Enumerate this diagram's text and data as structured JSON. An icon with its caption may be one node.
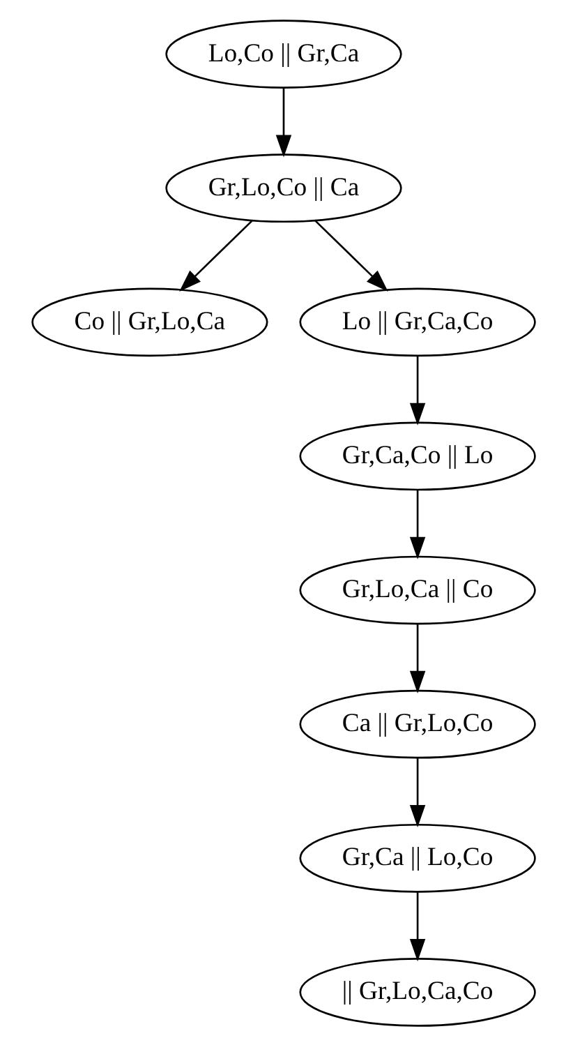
{
  "diagram": {
    "nodes": [
      {
        "text": [
          "Lo,Co || Gr,Ca"
        ]
      },
      {
        "text": [
          "Gr,Lo,Co || Ca"
        ]
      },
      {
        "text": [
          "Co || Gr,Lo,Ca"
        ]
      },
      {
        "text": [
          "Lo || Gr,Ca,Co"
        ]
      },
      {
        "text": [
          "Gr,Ca,Co || Lo"
        ]
      },
      {
        "text": [
          "Gr,Lo,Ca || Co"
        ]
      },
      {
        "text": [
          "Ca || Gr,Lo,Co"
        ]
      },
      {
        "text": [
          "Gr,Ca || Lo,Co"
        ]
      },
      {
        "text": [
          "|| Gr,Lo,Ca,Co"
        ]
      }
    ],
    "edges": [
      {
        "from": 0,
        "to": 1,
        "arrow": "to"
      },
      {
        "from": 1,
        "to": 2,
        "arrow": "to"
      },
      {
        "from": 1,
        "to": 3,
        "arrow": "to"
      },
      {
        "from": 3,
        "to": 4,
        "arrow": "to"
      },
      {
        "from": 4,
        "to": 5,
        "arrow": "to"
      },
      {
        "from": 5,
        "to": 6,
        "arrow": "to"
      },
      {
        "from": 6,
        "to": 7,
        "arrow": "to"
      },
      {
        "from": 7,
        "to": 8,
        "arrow": "to"
      }
    ]
  }
}
